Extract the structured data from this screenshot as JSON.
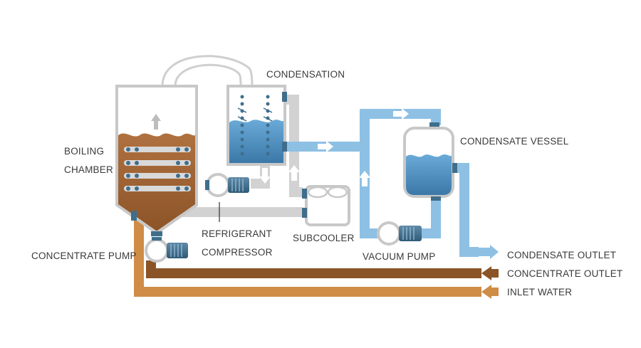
{
  "labels": {
    "condensation": "CONDENSATION",
    "condensate_vessel": "CONDENSATE VESSEL",
    "boiling_chamber_line1": "BOILING",
    "boiling_chamber_line2": "CHAMBER",
    "refrigerant_compressor_line1": "REFRIGERANT",
    "refrigerant_compressor_line2": "COMPRESSOR",
    "subcooler": "SUBCOOLER",
    "vacuum_pump": "VACUUM PUMP",
    "concentrate_pump": "CONCENTRATE PUMP",
    "condensate_outlet": "CONDENSATE OUTLET",
    "concentrate_outlet": "CONCENTRATE OUTLET",
    "inlet_water": "INLET WATER"
  },
  "colors": {
    "pipe_grey": "#d4d4d4",
    "vessel_outline": "#c8c8c8",
    "pipe_blue": "#8ec0e4",
    "concentrate_brown": "#8a5426",
    "inlet_orange": "#cf8c47",
    "boiling_liquid": "#a8683a",
    "condensate_water": "#4f90c4",
    "connector_dark": "#3f6e8c",
    "arrow_white": "#ffffff",
    "arrow_grey": "#bdbdbd",
    "text": "#3a3a3a"
  }
}
